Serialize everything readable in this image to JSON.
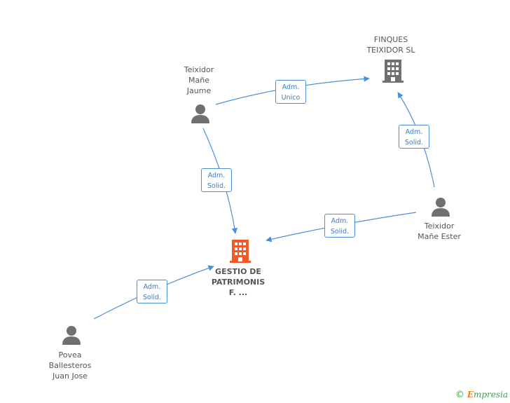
{
  "nodes": {
    "jaume": {
      "name": [
        "Teixidor",
        "Mañe",
        "Jaume"
      ],
      "type": "person"
    },
    "finques": {
      "name": [
        "FINQUES",
        "TEIXIDOR SL"
      ],
      "type": "company"
    },
    "ester": {
      "name": [
        "Teixidor",
        "Mañe Ester"
      ],
      "type": "person"
    },
    "povea": {
      "name": [
        "Povea",
        "Ballesteros",
        "Juan Jose"
      ],
      "type": "person"
    },
    "gestio": {
      "name": [
        "GESTIO DE",
        "PATRIMONIS",
        "F. ..."
      ],
      "type": "company",
      "highlight": true
    }
  },
  "edges": {
    "jaume_finques": [
      "Adm.",
      "Unico"
    ],
    "ester_finques": [
      "Adm.",
      "Solid."
    ],
    "jaume_gestio": [
      "Adm.",
      "Solid."
    ],
    "ester_gestio": [
      "Adm.",
      "Solid."
    ],
    "povea_gestio": [
      "Adm.",
      "Solid."
    ]
  },
  "footer": {
    "copyright": "©",
    "brand_first": "E",
    "brand_rest": "mpresia"
  },
  "colors": {
    "line": "#4a90d9",
    "person_icon": "#707070",
    "company_icon": "#707070",
    "highlight_company": "#f05a28",
    "badge_text": "#3a7bc8"
  }
}
